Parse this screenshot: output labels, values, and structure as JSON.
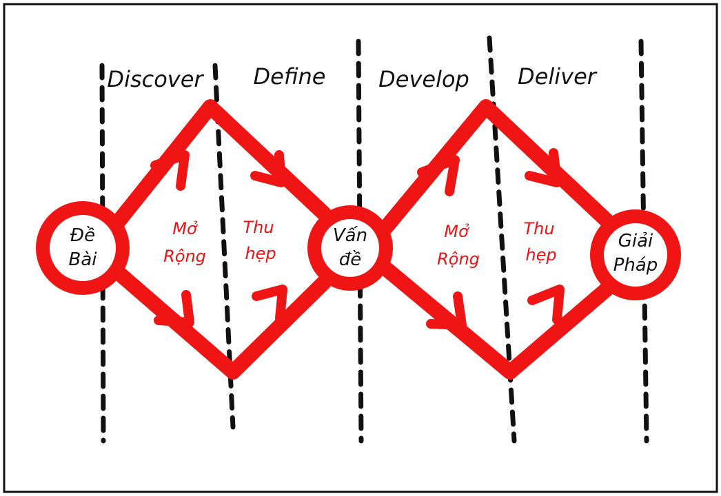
{
  "phases": [
    "Discover",
    "Define",
    "Develop",
    "Deliver"
  ],
  "nodes": {
    "start": [
      "Đề",
      "Bài"
    ],
    "middle": [
      "Vấn",
      "đề"
    ],
    "end": [
      "Giải",
      "Pháp"
    ]
  },
  "labels": {
    "expand_1": [
      "Mở",
      "Rộng"
    ],
    "narrow_1": [
      "Thu",
      "hẹp"
    ],
    "expand_2": [
      "Mở",
      "Rộng"
    ],
    "narrow_2": [
      "Thu",
      "hẹp"
    ]
  },
  "colors": {
    "accent": "#f01515",
    "ink": "#111111"
  }
}
